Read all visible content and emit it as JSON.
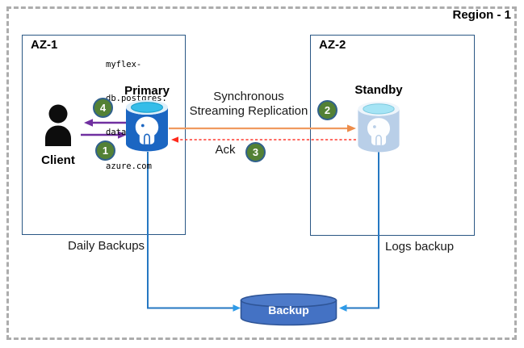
{
  "region": {
    "label": "Region - 1"
  },
  "zones": {
    "az1": "AZ-1",
    "az2": "AZ-2"
  },
  "nodes": {
    "client": {
      "label": "Client"
    },
    "primary": {
      "label": "Primary",
      "hostname_lines": [
        "myflex-",
        "db.postgres.",
        "database.",
        "azure.com"
      ]
    },
    "standby": {
      "label": "Standby"
    },
    "backup": {
      "label": "Backup"
    }
  },
  "flows": {
    "replication": {
      "label_line1": "Synchronous",
      "label_line2": "Streaming Replication"
    },
    "ack": {
      "label": "Ack"
    },
    "daily_backups": {
      "label": "Daily Backups"
    },
    "logs_backup": {
      "label": "Logs backup"
    }
  },
  "steps": [
    {
      "number": "1"
    },
    {
      "number": "2"
    },
    {
      "number": "3"
    },
    {
      "number": "4"
    }
  ],
  "colors": {
    "badge_green": "#538135",
    "badge_border_blue": "#31618c",
    "client_arrow_purple": "#7030A0",
    "replication_arrow_orange": "#F09A5F",
    "ack_arrow_red": "#FF3A2E",
    "backup_line_blue": "#2577C2",
    "az_border_blue": "#2A5784",
    "region_border_gray": "#ADADAD",
    "primary_db_blue": "#1B66C2",
    "db_top_cyan": "#35BDE9",
    "standby_db_blue": "#B9CFE8",
    "backup_cylinder_blue": "#4472C4"
  }
}
